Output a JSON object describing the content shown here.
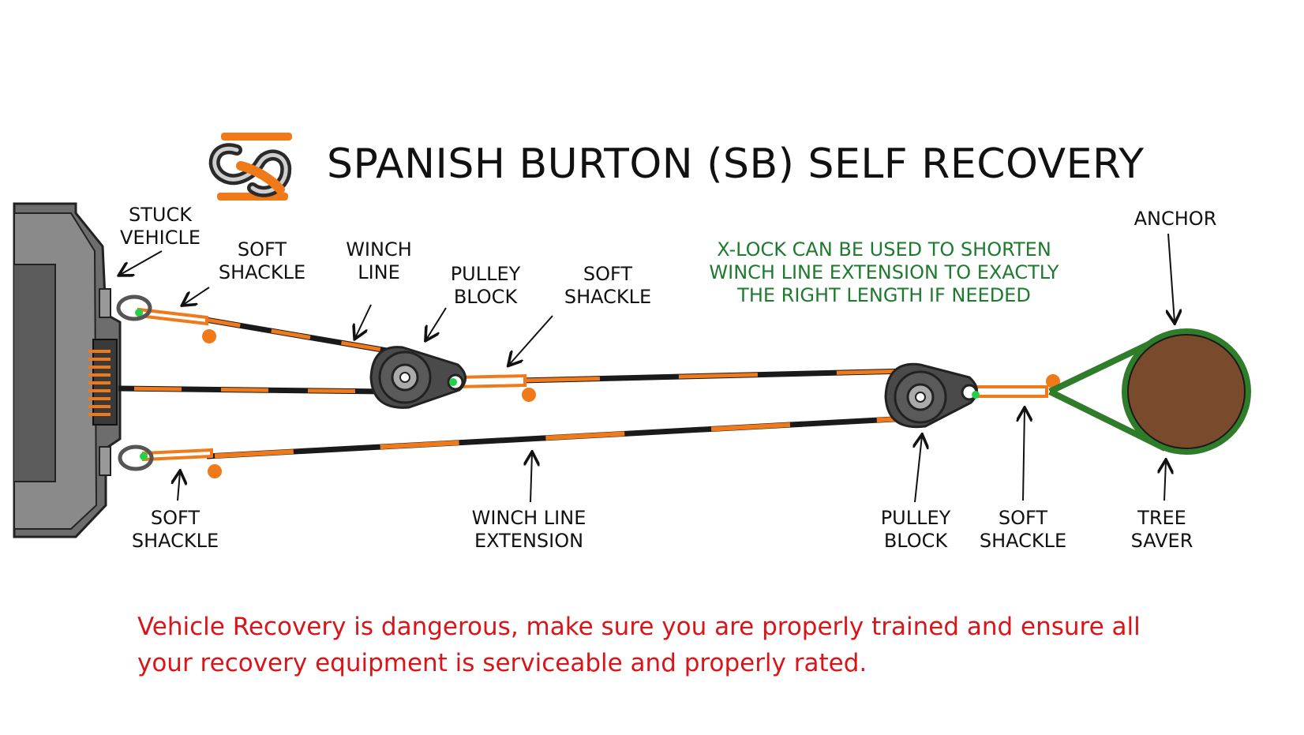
{
  "title": "SPANISH BURTON (SB) SELF RECOVERY",
  "logo": "knot-logo-icon",
  "labels": {
    "stuck_vehicle": "STUCK\nVEHICLE",
    "soft_shackle_top_left": "SOFT\nSHACKLE",
    "winch_line": "WINCH\nLINE",
    "pulley_block_top": "PULLEY\nBLOCK",
    "soft_shackle_top_mid": "SOFT\nSHACKLE",
    "anchor": "ANCHOR",
    "soft_shackle_bottom_left": "SOFT\nSHACKLE",
    "winch_line_extension": "WINCH LINE\nEXTENSION",
    "pulley_block_bottom": "PULLEY\nBLOCK",
    "soft_shackle_bottom_right": "SOFT\nSHACKLE",
    "tree_saver": "TREE\nSAVER"
  },
  "note": "X-LOCK CAN BE USED TO SHORTEN\nWINCH LINE EXTENSION TO EXACTLY\nTHE RIGHT LENGTH IF NEEDED",
  "warning": "Vehicle Recovery is dangerous, make sure you are properly trained and ensure all your recovery equipment is serviceable and properly rated.",
  "colors": {
    "rope_orange": "#f07a1a",
    "rope_black": "#1a1a1a",
    "tree_brown": "#7a4a2c",
    "tree_saver_green": "#2f7d2a",
    "note_green": "#1e7a2e",
    "warning_red": "#d9151a",
    "vehicle_gray": "#6d6d6d",
    "pulley_gray": "#4a4a4a"
  }
}
